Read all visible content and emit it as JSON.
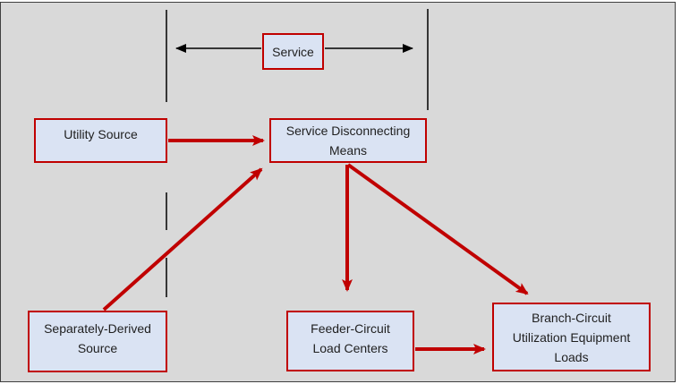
{
  "colors": {
    "background": "#d9d9d9",
    "canvas_border": "#404040",
    "box_fill": "#dae3f3",
    "box_border": "#c00000",
    "arrow_red": "#c00000",
    "line_black": "#000000"
  },
  "boxes": {
    "service": {
      "label": "Service"
    },
    "utility_source": {
      "lines": [
        "Utility Source"
      ]
    },
    "service_disconnecting_means": {
      "lines": [
        "Service Disconnecting",
        "Means"
      ]
    },
    "separately_derived_source": {
      "lines": [
        "Separately-Derived",
        "Source"
      ]
    },
    "feeder_circuit": {
      "lines": [
        "Feeder-Circuit",
        "Load Centers"
      ]
    },
    "branch_circuit": {
      "lines": [
        "Branch-Circuit",
        "Utilization Equipment",
        "Loads"
      ]
    }
  }
}
